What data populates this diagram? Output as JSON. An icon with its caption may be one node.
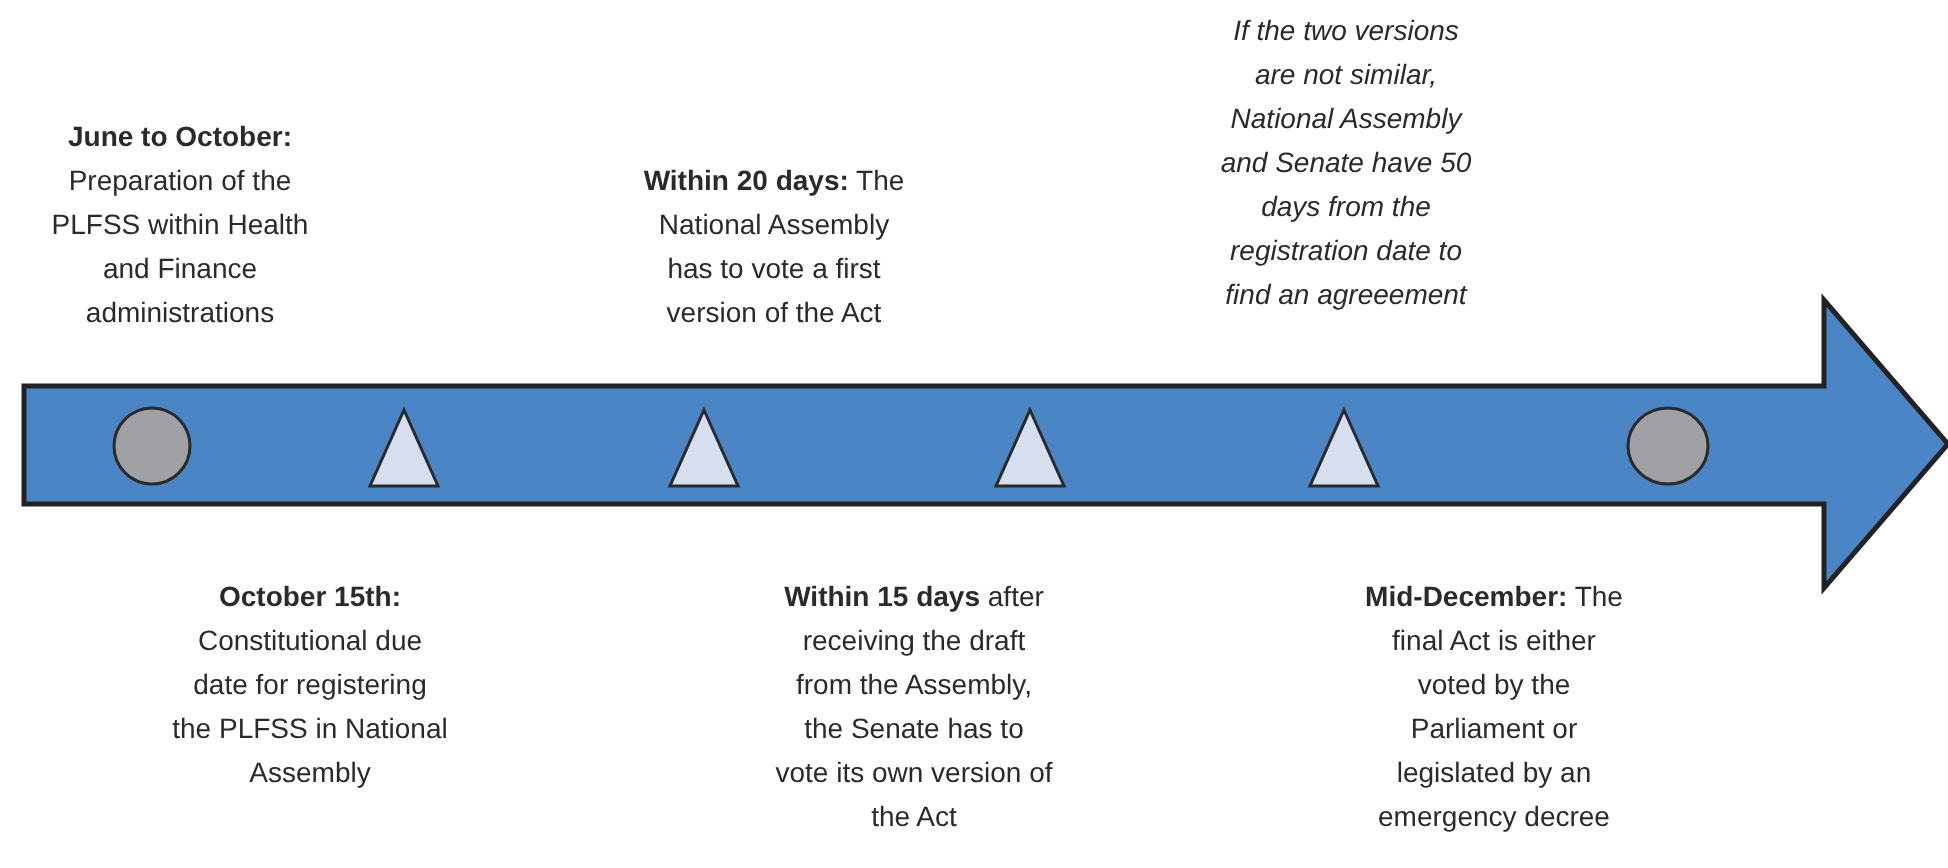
{
  "diagram": {
    "nodes": [
      {
        "text": [],
        "shape": "arrow"
      },
      {
        "text": [],
        "shape": "circle",
        "in": 0
      },
      {
        "text": [],
        "shape": "triangle",
        "in": 0,
        "beside": [
          "**October 15th:** Constitutional due date for registering the PLFSS in National Assembly"
        ]
      },
      {
        "text": [],
        "shape": "triangle",
        "in": 0,
        "beside": [
          "**Within 20 days:** The National Assembly has to vote a first version of the Act"
        ]
      },
      {
        "text": [],
        "shape": "triangle",
        "in": 0,
        "beside": [
          "**Within 15 days** after receiving the draft from the Assembly, the Senate has to vote its own version of the Act"
        ]
      },
      {
        "text": [],
        "shape": "triangle",
        "in": 0
      },
      {
        "text": [],
        "shape": "circle",
        "in": 0,
        "beside": [
          "**Mid-December:** The final Act is either voted by the Parliament or legislated by an emergency decree"
        ]
      }
    ],
    "labels": [
      "If the two versions are not similar, National Assembly and Senate have 50 days from the registration date to find an agreeement",
      "**June to October:** Preparation of the PLFSS within Health and Finance administrations"
    ]
  }
}
